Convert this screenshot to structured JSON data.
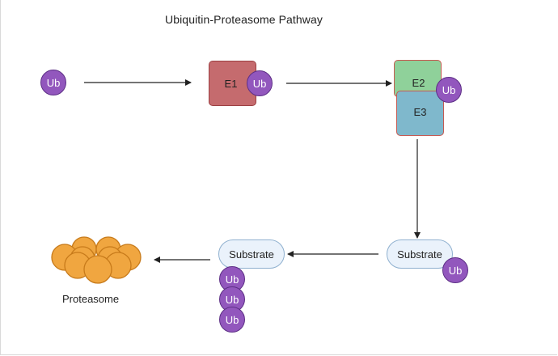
{
  "title": "Ubiquitin-Proteasome Pathway",
  "nodes": {
    "ub_free": "Ub",
    "e1": {
      "label": "E1",
      "ub": "Ub"
    },
    "e2": {
      "label": "E2",
      "ub": "Ub"
    },
    "e3": {
      "label": "E3"
    },
    "substrate_mono": {
      "label": "Substrate",
      "ub": "Ub"
    },
    "substrate_poly": {
      "label": "Substrate",
      "chain": [
        "Ub",
        "Ub",
        "Ub"
      ]
    },
    "proteasome": {
      "label": "Proteasome"
    }
  },
  "colors": {
    "ub_fill": "#9257bd",
    "e1_fill": "#c56b6e",
    "e2_fill": "#8fd19a",
    "e3_fill": "#7fb8cc",
    "substrate_fill": "#eaf2fb",
    "proteasome_fill": "#f0a640",
    "arrow": "#222222"
  }
}
